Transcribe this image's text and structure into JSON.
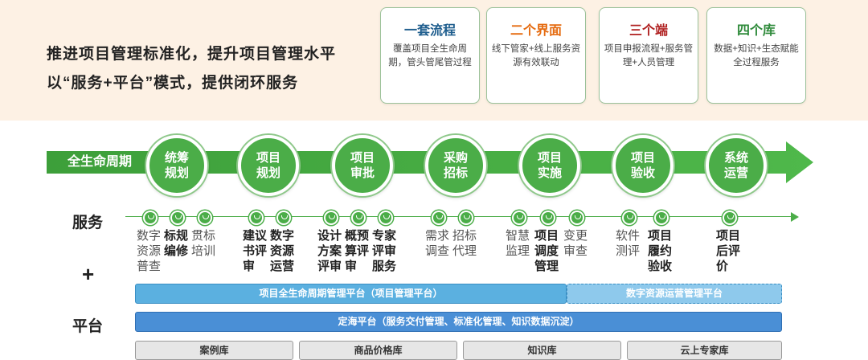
{
  "slogan": {
    "line1": "推进项目管理标准化，提升项目管理水平",
    "line2": "以“服务+平台”模式，提供闭环服务"
  },
  "features": [
    {
      "title": "一套流程",
      "desc": "覆盖项目全生命周期，管头管尾管过程",
      "color": "#1f5e8e"
    },
    {
      "title": "二个界面",
      "desc": "线下管家+线上服务资源有效联动",
      "color": "#e56b10"
    },
    {
      "title": "三个端",
      "desc": "项目申报流程+服务管理+人员管理",
      "color": "#b02020"
    },
    {
      "title": "四个库",
      "desc": "数据+知识+生态赋能全过程服务",
      "color": "#2e8a3a"
    }
  ],
  "lifecycle": {
    "label": "全生命周期",
    "stages": [
      "统筹规划",
      "项目规划",
      "项目审批",
      "采购招标",
      "项目实施",
      "项目验收",
      "系统运营"
    ]
  },
  "side_labels": {
    "service": "服务",
    "plus": "+",
    "platform": "平台"
  },
  "services": [
    {
      "text": "数字资源普查",
      "bold": false
    },
    {
      "text": "标规编修",
      "bold": true
    },
    {
      "text": "贯标培训",
      "bold": false
    },
    {
      "text": "建议书评审",
      "bold": true
    },
    {
      "text": "数字资源运营",
      "bold": true
    },
    {
      "text": "设计方案评审",
      "bold": true
    },
    {
      "text": "概预算评审",
      "bold": true
    },
    {
      "text": "专家评审服务",
      "bold": true
    },
    {
      "text": "需求调查",
      "bold": false
    },
    {
      "text": "招标代理",
      "bold": false
    },
    {
      "text": "智慧监理",
      "bold": false
    },
    {
      "text": "项目调度管理",
      "bold": true
    },
    {
      "text": "变更审查",
      "bold": false
    },
    {
      "text": "软件测评",
      "bold": false
    },
    {
      "text": "项目履约验收",
      "bold": true
    },
    {
      "text": "项目后评价",
      "bold": true
    }
  ],
  "platforms": {
    "lifecycle_platform": "项目全生命周期管理平台（项目管理平台）",
    "digital_platform": "数字资源运营管理平台",
    "dinghai_platform": "定海平台（服务交付管理、标准化管理、知识数据沉淀）"
  },
  "libraries": [
    "案例库",
    "商品价格库",
    "知识库",
    "云上专家库"
  ],
  "colors": {
    "green": "#4bad48",
    "lifecycle_bar": "#5bb0e0",
    "digital_bar": "#8ec9ec",
    "dinghai_bar": "#4a8fd6"
  }
}
